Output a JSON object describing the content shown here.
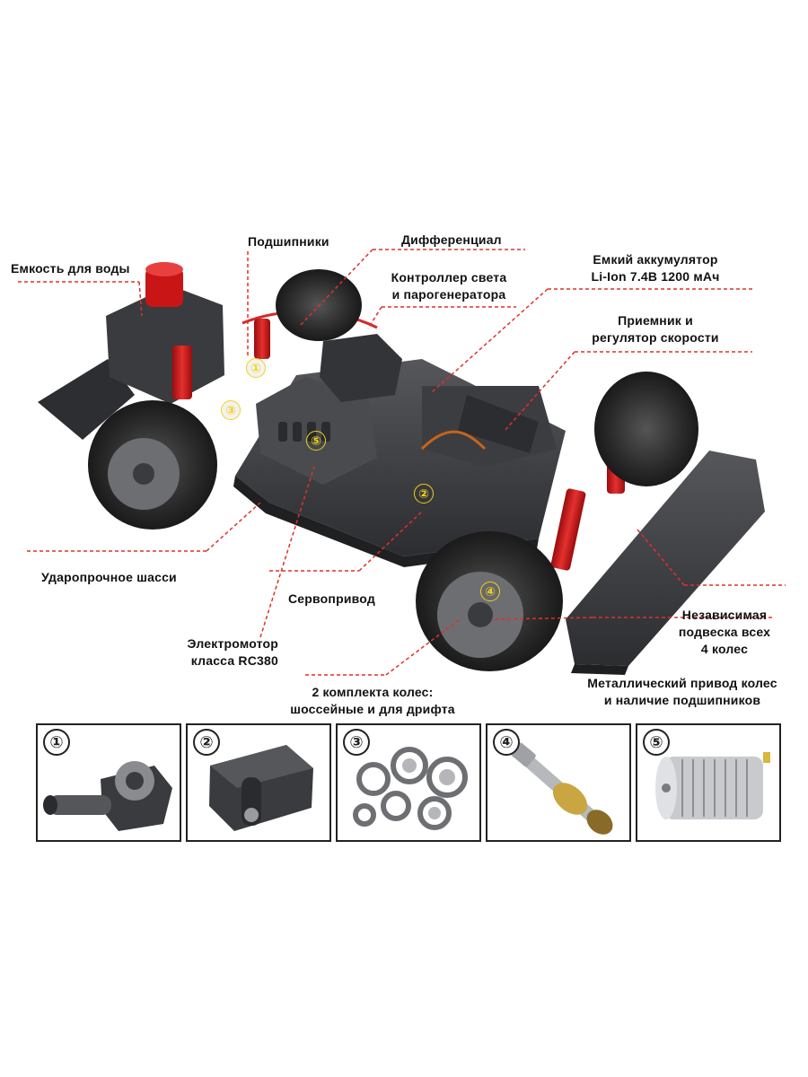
{
  "labels": {
    "water_tank": "Емкость для воды",
    "bearings": "Подшипники",
    "differential": "Дифференциал",
    "light_controller_line1": "Контроллер света",
    "light_controller_line2": "и парогенератора",
    "battery_line1": "Емкий аккумулятор",
    "battery_line2": "Li-Ion 7.4В 1200 мАч",
    "receiver_line1": "Приемник и",
    "receiver_line2": "регулятор скорости",
    "chassis": "Ударопрочное шасси",
    "servo": "Сервопривод",
    "suspension_line1": "Независимая",
    "suspension_line2": "подвеска всех",
    "suspension_line3": "4 колес",
    "motor_line1": "Электромотор",
    "motor_line2": "класса RC380",
    "wheels_line1": "2 комплекта колес:",
    "wheels_line2": "шоссейные и для дрифта",
    "drive_line1": "Металлический привод колес",
    "drive_line2": "и наличие подшипников"
  },
  "markers": [
    "①",
    "②",
    "③",
    "④",
    "⑤"
  ],
  "panels": [
    {
      "number": "①",
      "icon": "differential-gear-icon"
    },
    {
      "number": "②",
      "icon": "servo-icon"
    },
    {
      "number": "③",
      "icon": "bearings-icon"
    },
    {
      "number": "④",
      "icon": "drive-shaft-icon"
    },
    {
      "number": "⑤",
      "icon": "electric-motor-icon"
    }
  ],
  "colors": {
    "leader_line": "#e0302a",
    "marker": "#f2d21a",
    "chassis": "#3a3b3e",
    "shock": "#d41a1a"
  }
}
